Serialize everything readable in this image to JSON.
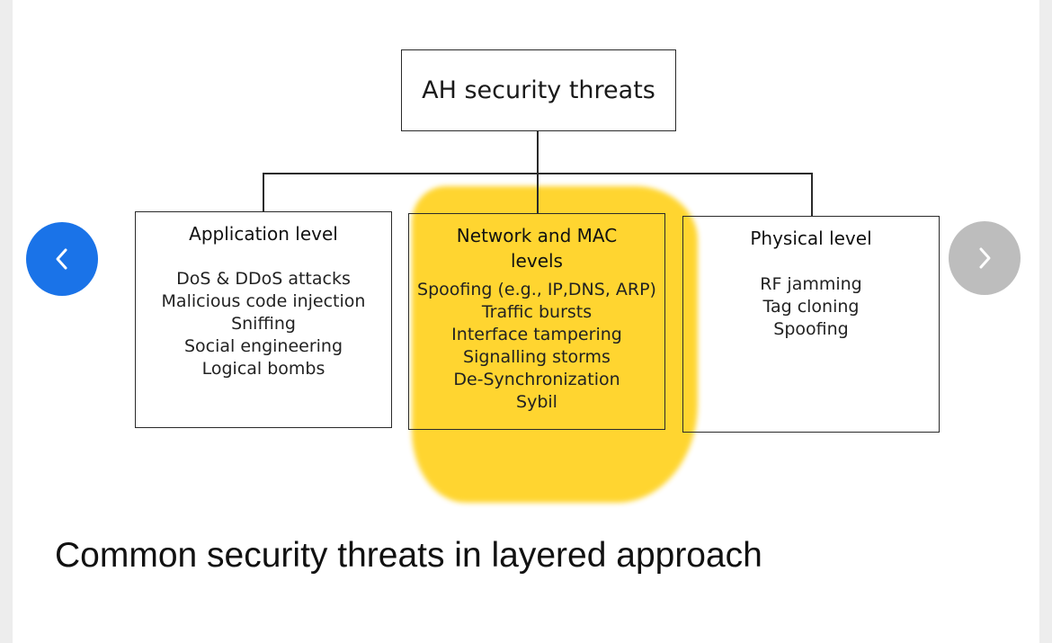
{
  "diagram": {
    "root": "AH security threats",
    "children": [
      {
        "title": "Application level",
        "items": [
          "DoS & DDoS attacks",
          "Malicious code injection",
          "Sniffing",
          "Social engineering",
          "Logical bombs"
        ]
      },
      {
        "title": "Network and MAC levels",
        "items": [
          "Spoofing (e.g., IP,DNS, ARP)",
          "Traffic bursts",
          "Interface tampering",
          "Signalling storms",
          "De-Synchronization",
          "Sybil"
        ],
        "highlighted": true,
        "highlight_color": "#ffd21f"
      },
      {
        "title": "Physical level",
        "items": [
          "RF jamming",
          "Tag cloning",
          "Spoofing"
        ]
      }
    ]
  },
  "caption": "Common security threats in layered approach",
  "navigation": {
    "prev_icon": "chevron-left-icon",
    "next_icon": "chevron-right-icon",
    "prev_color": "#1a73e8",
    "next_color": "#bdbdbd"
  }
}
